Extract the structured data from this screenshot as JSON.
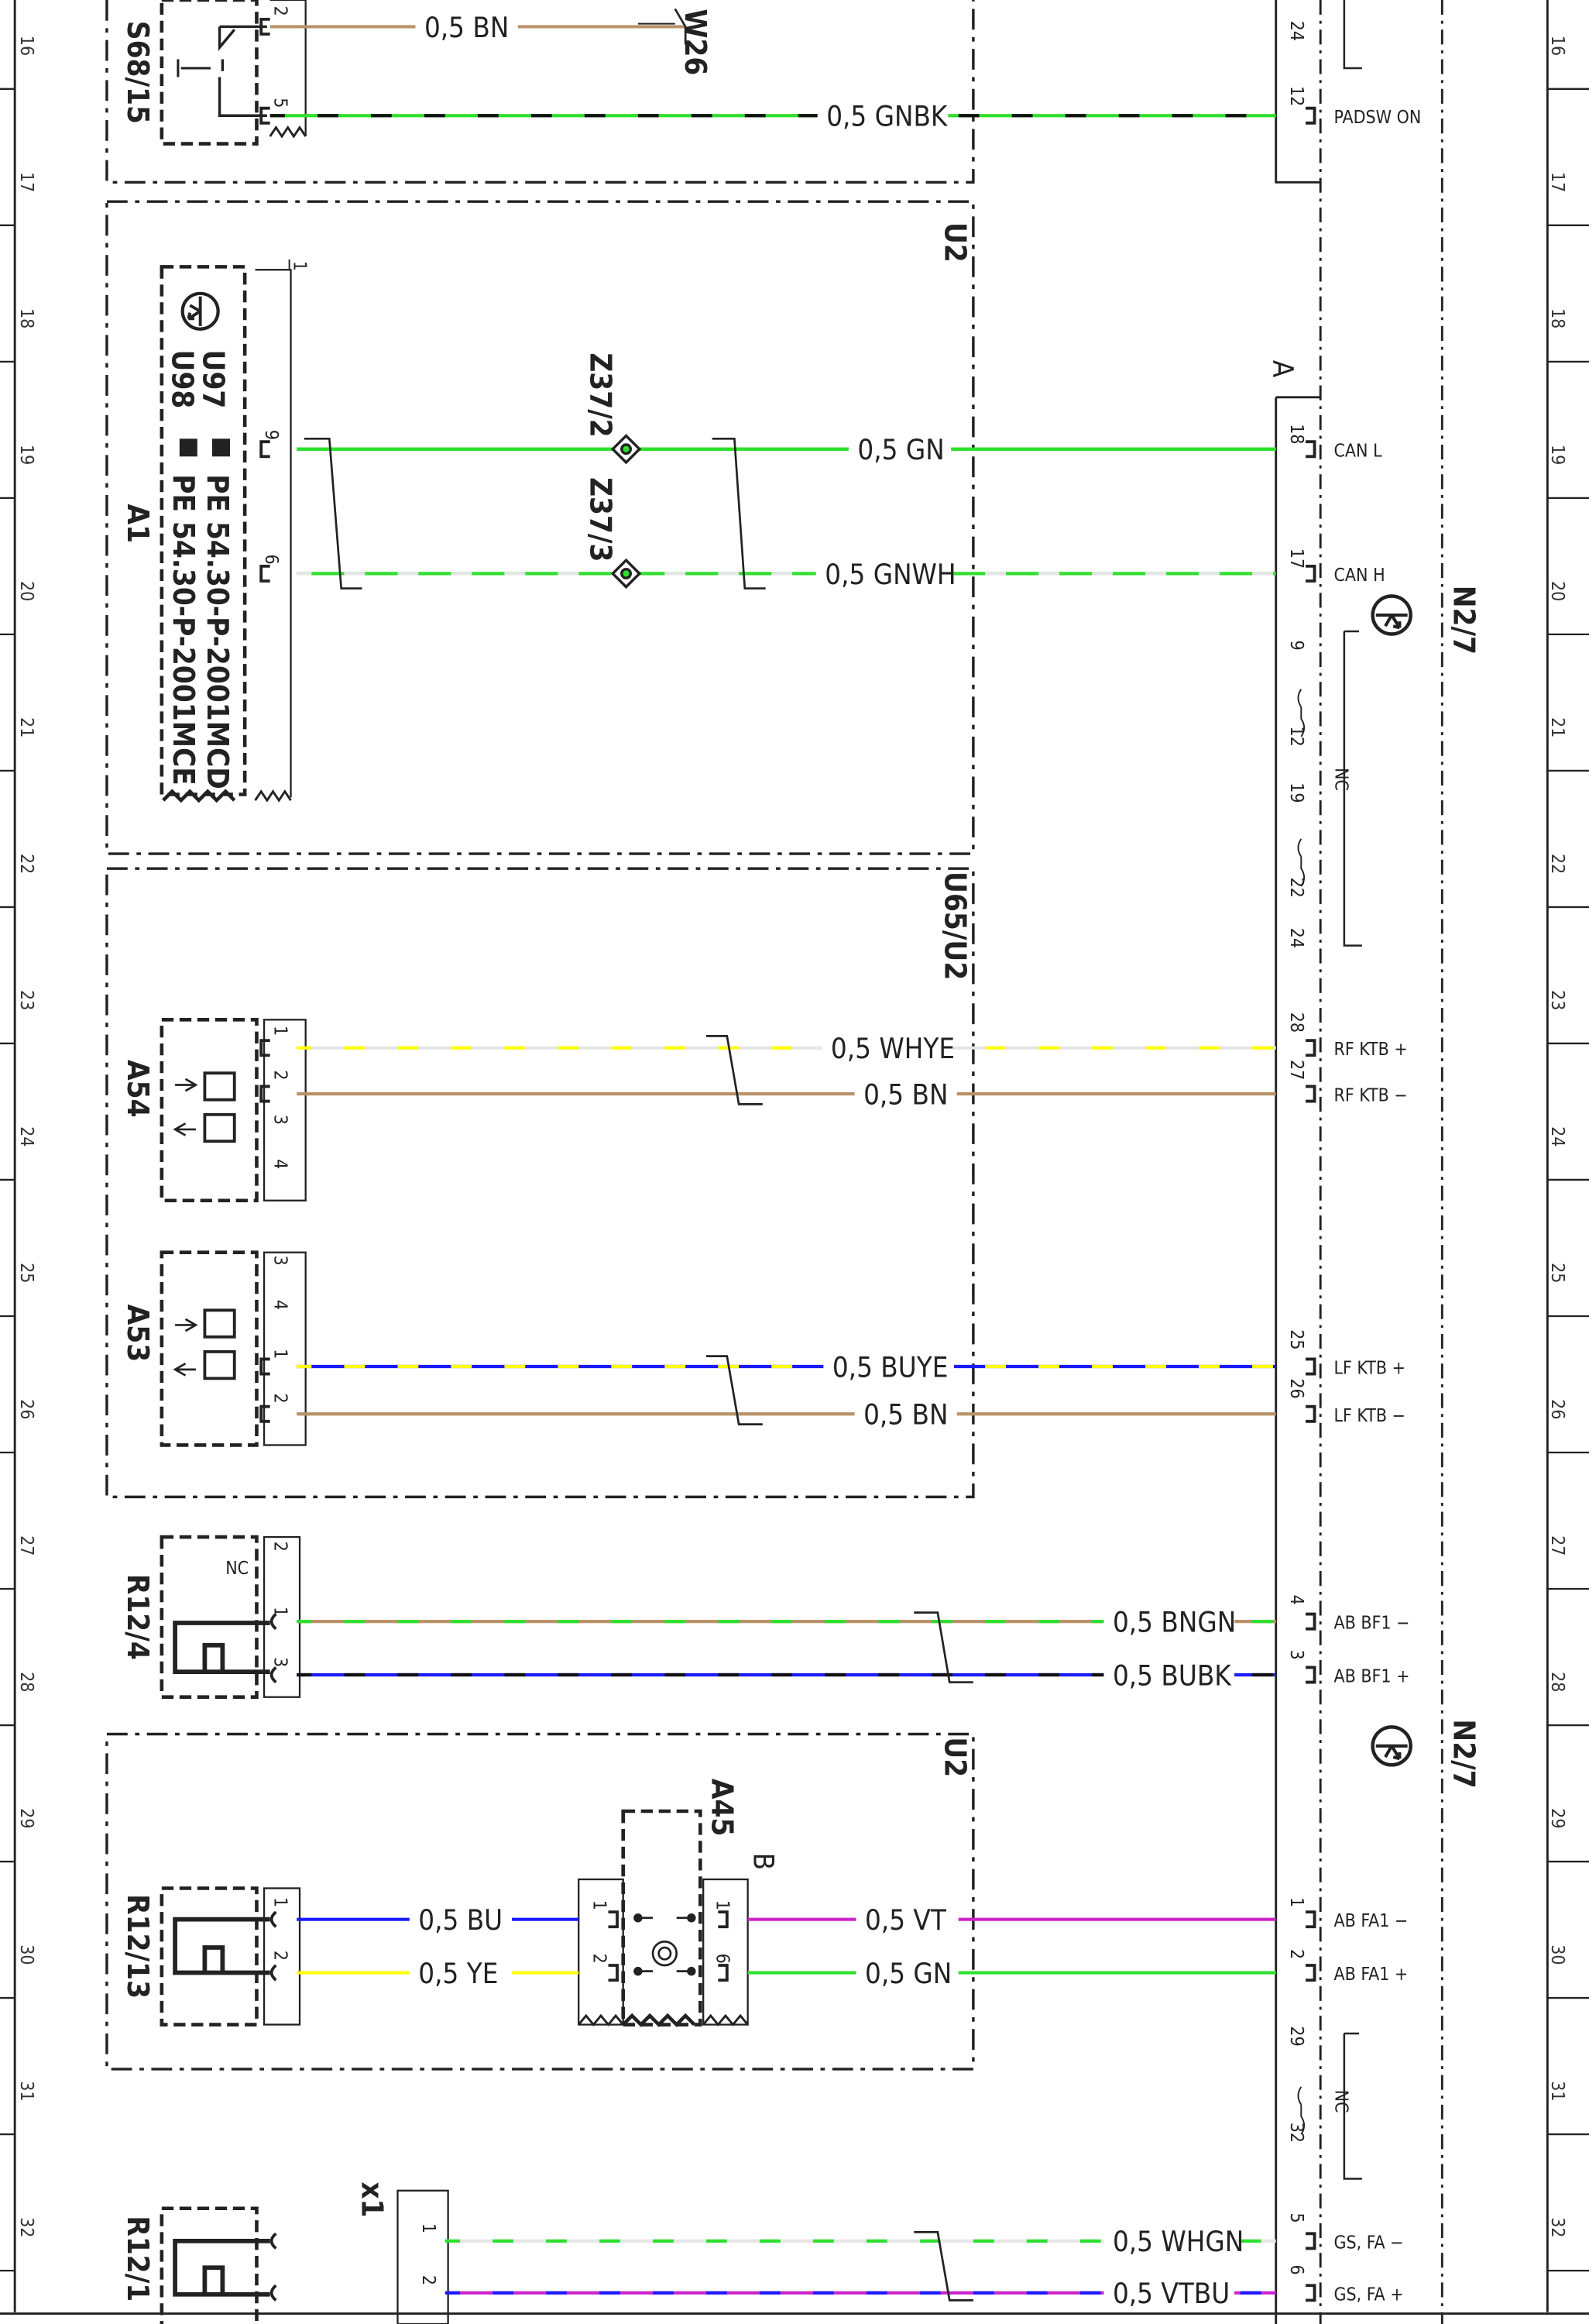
{
  "colors": {
    "GN": "#2ee02e",
    "BN": "#b8936a",
    "BK": "#111111",
    "WH": "#e6e6e6",
    "YE": "#ffff00",
    "BU": "#1a1aff",
    "VT": "#cc22cc",
    "line": "#222222"
  },
  "grid": [
    "16",
    "17",
    "18",
    "19",
    "20",
    "21",
    "22",
    "23",
    "24",
    "25",
    "26",
    "27",
    "28",
    "29",
    "30",
    "31",
    "32"
  ],
  "modules": [
    "U2",
    "U65/U2",
    "U2"
  ],
  "components": [
    {
      "id": "S68/15"
    },
    {
      "id": "W26"
    },
    {
      "id": "A1"
    },
    {
      "id": "A54"
    },
    {
      "id": "A53"
    },
    {
      "id": "R12/4"
    },
    {
      "id": "R12/13"
    },
    {
      "id": "A45"
    },
    {
      "id": "R12/1"
    },
    {
      "id": "N2/7"
    },
    {
      "id": "N2/7"
    }
  ],
  "a1_codes": [
    "U97 ",
    "U98 ",
    "PE 54.30-P-2001MCD",
    "PE 54.30-P-2001MCE"
  ],
  "splices": [
    "Z37/2",
    "Z37/3"
  ],
  "connectors": [
    "A",
    "B",
    "x1"
  ],
  "nc_labels": [
    "NC",
    "NC",
    "NC"
  ],
  "wires": [
    {
      "label": "0,5 BN",
      "colors": [
        "BN"
      ]
    },
    {
      "label": "0,5 GNBK",
      "colors": [
        "GN",
        "BK"
      ]
    },
    {
      "label": "0,5 GN",
      "colors": [
        "GN"
      ]
    },
    {
      "label": "0,5 GN",
      "colors": [
        "GN"
      ]
    },
    {
      "label": "0,5 GNWH",
      "colors": [
        "GN",
        "WH"
      ]
    },
    {
      "label": "0,5 GNWH",
      "colors": [
        "GN",
        "WH"
      ]
    },
    {
      "label": "0,5 WHYE",
      "colors": [
        "WH",
        "YE"
      ]
    },
    {
      "label": "0,5 BN",
      "colors": [
        "BN"
      ]
    },
    {
      "label": "0,5 BUYE",
      "colors": [
        "BU",
        "YE"
      ]
    },
    {
      "label": "0,5 BN",
      "colors": [
        "BN"
      ]
    },
    {
      "label": "0,5 BNGN",
      "colors": [
        "BN",
        "GN"
      ]
    },
    {
      "label": "0,5 BUBK",
      "colors": [
        "BU",
        "BK"
      ]
    },
    {
      "label": "0,5 BU",
      "colors": [
        "BU"
      ]
    },
    {
      "label": "0,5 YE",
      "colors": [
        "YE"
      ]
    },
    {
      "label": "0,5 VT",
      "colors": [
        "VT"
      ]
    },
    {
      "label": "0,5 GN",
      "colors": [
        "GN"
      ]
    },
    {
      "label": "0,5 WHGN",
      "colors": [
        "WH",
        "GN"
      ]
    },
    {
      "label": "0,5 VTBU",
      "colors": [
        "VT",
        "BU"
      ]
    }
  ],
  "n27_signals": [
    "PADSW ON",
    "CAN L",
    "CAN H",
    "RF KTB +",
    "RF KTB −",
    "LF KTB +",
    "LF KTB −",
    "AB BF1 −",
    "AB BF1 +",
    "AB FA1 −",
    "AB FA1 +",
    "GS, FA −",
    "GS, FA +"
  ],
  "n27_pins": [
    "24",
    "12",
    "18",
    "17",
    "9",
    "12",
    "19",
    "22",
    "24",
    "28",
    "27",
    "25",
    "26",
    "4",
    "3",
    "1",
    "2",
    "29",
    "32",
    "5",
    "6"
  ],
  "comp_pins": [
    "2",
    "5",
    "1",
    "9",
    "6",
    "1",
    "2",
    "3",
    "4",
    "3",
    "4",
    "1",
    "2",
    "2",
    "1",
    "3",
    "1",
    "2",
    "1",
    "2",
    "1",
    "6",
    "1",
    "2"
  ],
  "nc_pin": "NC"
}
